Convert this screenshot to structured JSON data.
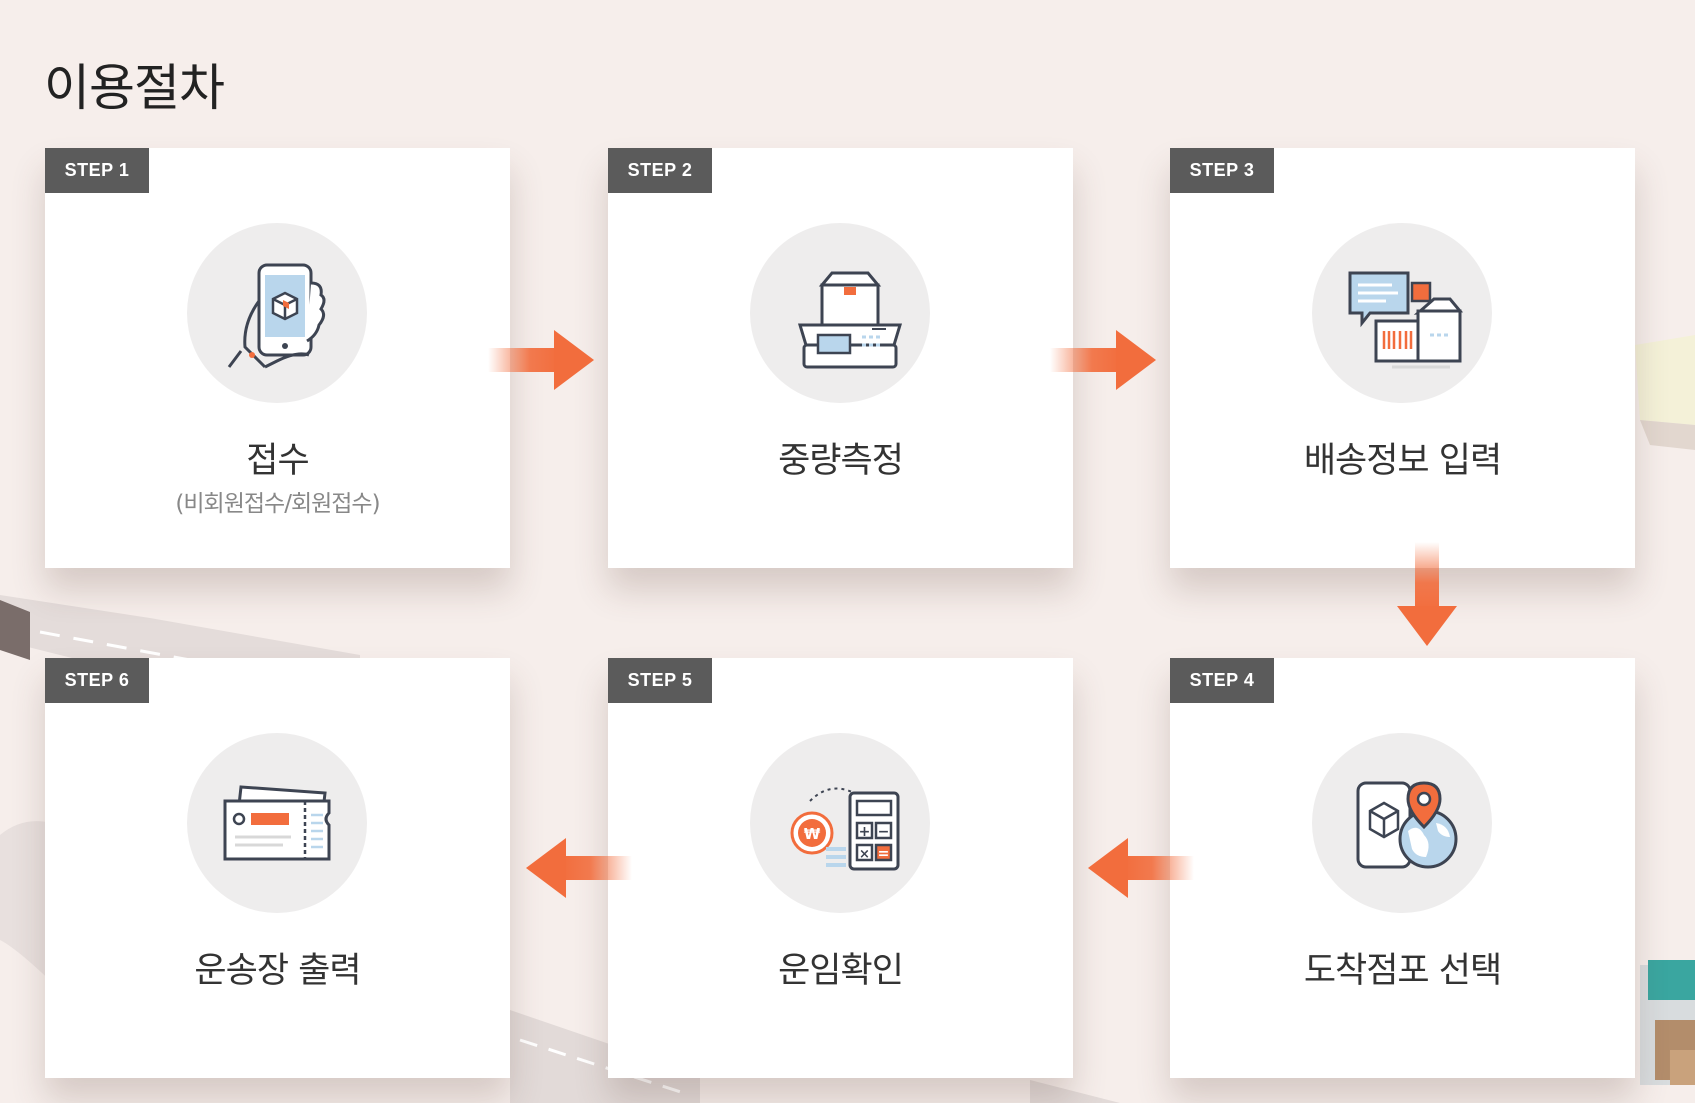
{
  "page_title": "이용절차",
  "steps": [
    {
      "badge": "STEP 1",
      "label": "접수",
      "sub": "(비회원접수/회원접수)",
      "icon": "phone-parcel-icon"
    },
    {
      "badge": "STEP 2",
      "label": "중량측정",
      "icon": "scale-icon"
    },
    {
      "badge": "STEP 3",
      "label": "배송정보 입력",
      "icon": "shipping-info-icon"
    },
    {
      "badge": "STEP 4",
      "label": "도착점포 선택",
      "icon": "location-globe-icon"
    },
    {
      "badge": "STEP 5",
      "label": "운임확인",
      "icon": "calculator-coin-icon"
    },
    {
      "badge": "STEP 6",
      "label": "운송장 출력",
      "icon": "waybill-ticket-icon"
    }
  ],
  "colors": {
    "accent": "#f26d3d",
    "badge": "#5b5b5b",
    "background": "#f6eeeb",
    "icon_bg": "#eeeded",
    "icon_stroke": "#3d4452",
    "icon_blue": "#b9d6ec"
  }
}
